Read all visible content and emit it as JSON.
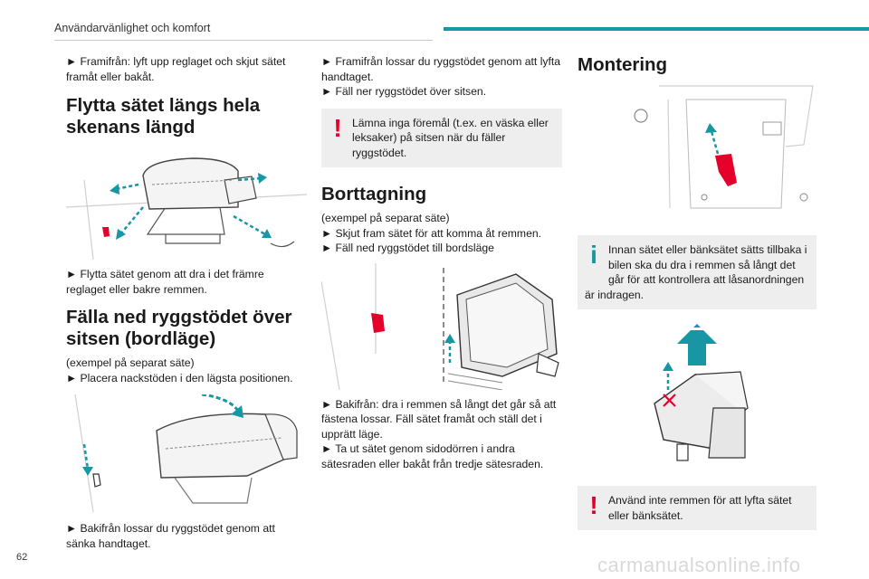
{
  "header": {
    "title": "Användarvänlighet och komfort",
    "accent_color": "#1796a3"
  },
  "page_number": "62",
  "watermark": "carmanualsonline.info",
  "colors": {
    "warning": "#e4002b",
    "info": "#1796a3",
    "note_bg": "#eeeeee"
  },
  "col1": {
    "p1": "► Framifrån: lyft upp reglaget och skjut sätet framåt eller bakåt.",
    "h_move_line1": "Flytta sätet längs hela",
    "h_move_line2": "skenans längd",
    "p2": "► Flytta sätet genom att dra i det främre reglaget eller bakre remmen.",
    "h_fold_line1": "Fälla ned ryggstödet över",
    "h_fold_line2": "sitsen (bordläge)",
    "p3": "(exempel på separat säte)",
    "p4": "► Placera nackstöden i den lägsta positionen.",
    "p5": "► Bakifrån lossar du ryggstödet genom att sänka handtaget."
  },
  "col2": {
    "p1": "► Framifrån lossar du ryggstödet genom att lyfta handtaget.",
    "p2": "► Fäll ner ryggstödet över sitsen.",
    "warning_note": "Lämna inga föremål (t.ex. en väska eller leksaker) på sitsen när du fäller ryggstödet.",
    "h_removal": "Borttagning",
    "p3": "(exempel på separat säte)",
    "p4": "► Skjut fram sätet för att komma åt remmen.",
    "p5": "► Fäll ned ryggstödet till bordsläge",
    "p6": "► Bakifrån: dra i remmen så långt det går så att fästena lossar. Fäll sätet framåt och ställ det i upprätt läge.",
    "p7": "► Ta ut sätet genom sidodörren i andra sätesraden eller bakåt från tredje sätesraden."
  },
  "col3": {
    "h_mounting": "Montering",
    "info_note": "Innan sätet eller bänksätet sätts tillbaka i bilen ska du dra i remmen så långt det går för att kontrollera att låsanordningen är indragen.",
    "warning_note": "Använd inte remmen för att lyfta sätet eller bänksätet."
  }
}
